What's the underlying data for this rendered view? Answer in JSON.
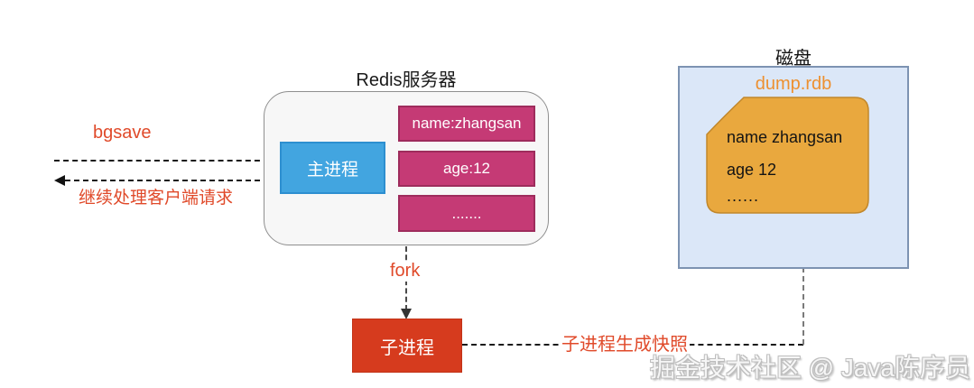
{
  "colors": {
    "accent_red_text": "#e04a2a",
    "main_process_blue": "#42a5e0",
    "record_magenta": "#c53a75",
    "child_process_red": "#d63b1e",
    "rdb_file_orange": "#e9a83e",
    "file_name_orange": "#ed9030",
    "disk_fill_blue": "#dbe7f8"
  },
  "left_flow": {
    "bgsave_label": "bgsave",
    "continue_label": "继续处理客户端请求"
  },
  "redis_server": {
    "title": "Redis服务器",
    "main_process_label": "主进程",
    "records": [
      "name:zhangsan",
      "age:12",
      "......."
    ]
  },
  "fork": {
    "label": "fork"
  },
  "child_process": {
    "label": "子进程"
  },
  "snapshot": {
    "label": "子进程生成快照"
  },
  "disk": {
    "title": "磁盘",
    "file_name": "dump.rdb",
    "file_lines": [
      "name zhangsan",
      "age 12",
      "......"
    ]
  },
  "watermark": {
    "text": "掘金技术社区 @ Java陈序员"
  }
}
